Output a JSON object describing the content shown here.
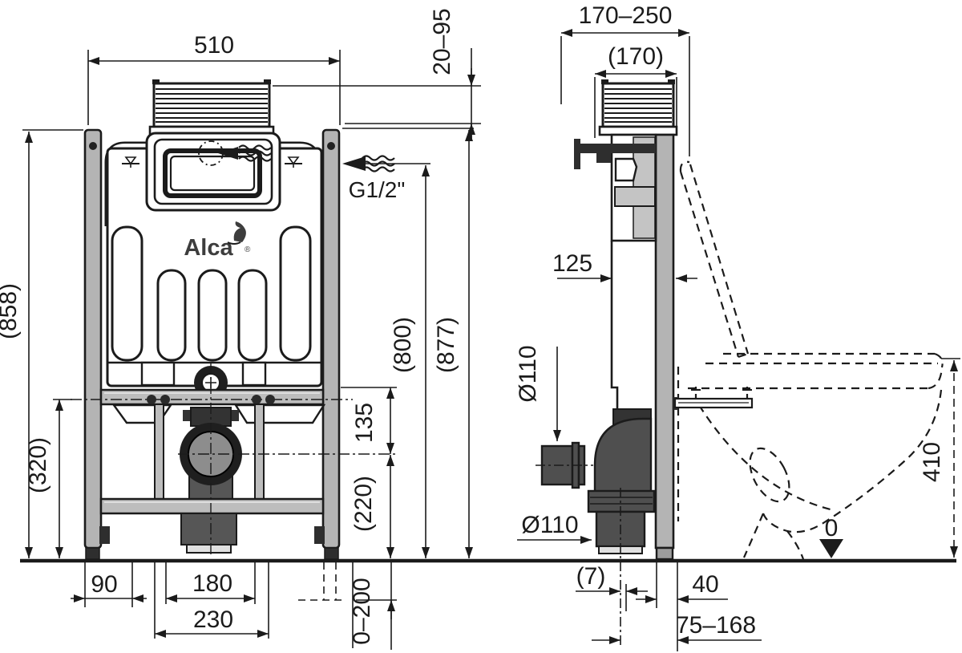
{
  "drawing": {
    "brand": {
      "name": "Alca",
      "registered": "®"
    },
    "front": {
      "width": "510",
      "panel_depth_range": "20–95",
      "frame_height": "(858)",
      "lower_height": "(320)",
      "inlet_thread": "G1/2\"",
      "inlet_height": "(800)",
      "top_height": "(877)",
      "bar_to_axis": "135",
      "axis_to_floor": "(220)",
      "foot_offset": "90",
      "outlet_width": "180",
      "outlet_span": "230",
      "below_floor_range": "0–200"
    },
    "side": {
      "depth_range": "170–250",
      "depth_nominal": "(170)",
      "cistern_depth": "125",
      "inlet_pipe_dia": "Ø110",
      "outlet_pipe_dia": "Ø110",
      "axis_offset": "(7)",
      "wall_gap": "40",
      "outlet_depth_range": "75–168",
      "seat_height": "410",
      "floor_level": "0"
    }
  }
}
